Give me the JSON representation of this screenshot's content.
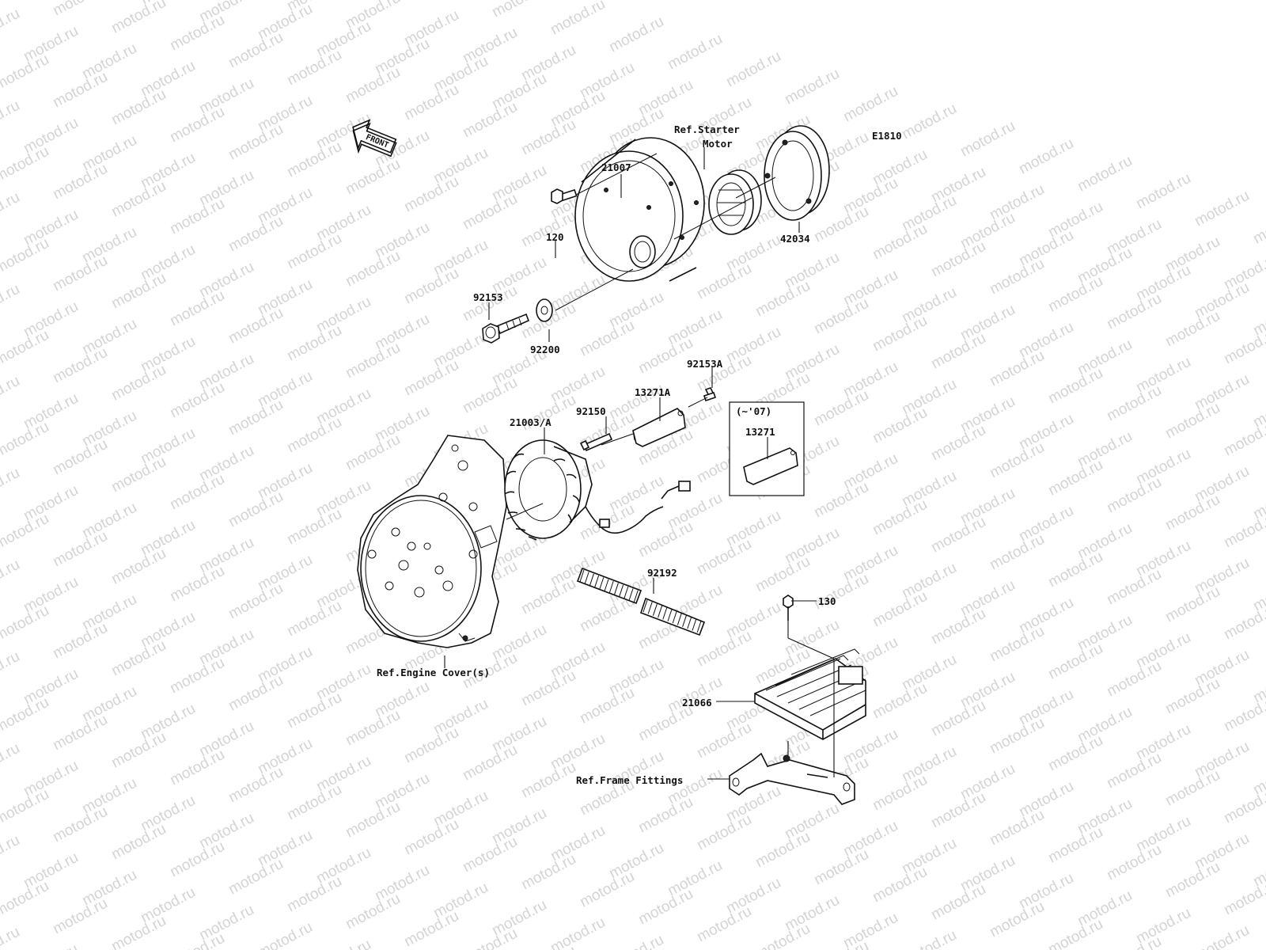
{
  "watermark": "motod.ru",
  "diagram_code": "E1810",
  "front_arrow_label": "FRONT",
  "labels": {
    "p21007": "21007",
    "ref_starter_1": "Ref.Starter",
    "ref_starter_2": "Motor",
    "p42034": "42034",
    "p120": "120",
    "p92153": "92153",
    "p92200": "92200",
    "p92153A": "92153A",
    "p13271A": "13271A",
    "p92150": "92150",
    "p21003A": "21003/A",
    "inset_period": "(~'07)",
    "p13271": "13271",
    "p92192": "92192",
    "p130": "130",
    "ref_engine_cover": "Ref.Engine Cover(s)",
    "p21066": "21066",
    "ref_frame_fittings": "Ref.Frame Fittings"
  }
}
